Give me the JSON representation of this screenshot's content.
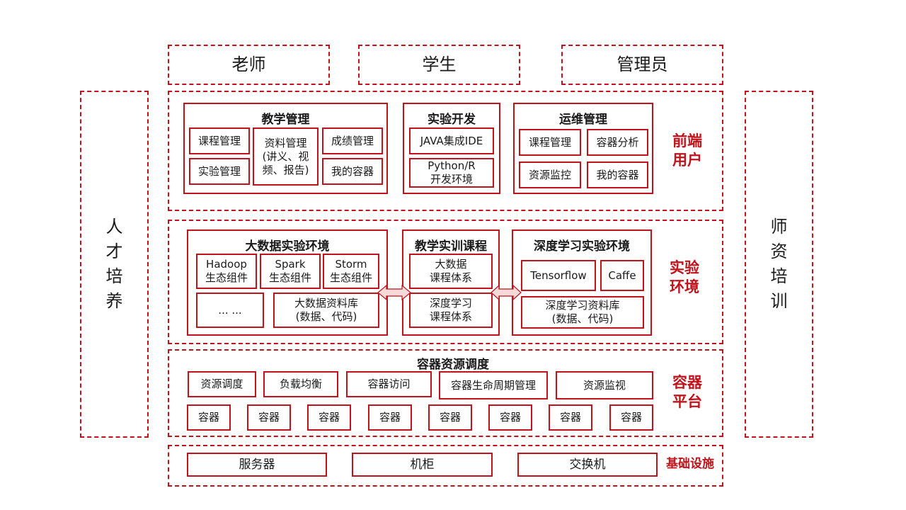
{
  "roles": [
    "老师",
    "学生",
    "管理员"
  ],
  "side": {
    "left": [
      "人",
      "才",
      "培",
      "养"
    ],
    "right": [
      "师",
      "资",
      "培",
      "训"
    ]
  },
  "frontend": {
    "label": "前端\n用户",
    "teaching": {
      "title": "教学管理",
      "items": [
        "课程管理",
        "资料管理\n(讲义、视\n频、报告)",
        "成绩管理",
        "实验管理",
        "我的容器"
      ]
    },
    "lab_dev": {
      "title": "实验开发",
      "items": [
        "JAVA集成IDE",
        "Python/R\n开发环境"
      ]
    },
    "ops": {
      "title": "运维管理",
      "items": [
        "课程管理",
        "容器分析",
        "资源监控",
        "我的容器"
      ]
    }
  },
  "lab": {
    "label": "实验\n环境",
    "bigdata": {
      "title": "大数据实验环境",
      "items": [
        "Hadoop\n生态组件",
        "Spark\n生态组件",
        "Storm\n生态组件",
        "... ...",
        "大数据资料库\n(数据、代码)"
      ]
    },
    "course": {
      "title": "教学实训课程",
      "items": [
        "大数据\n课程体系",
        "深度学习\n课程体系"
      ]
    },
    "dl": {
      "title": "深度学习实验环境",
      "items": [
        "Tensorflow",
        "Caffe",
        "深度学习资料库\n(数据、代码)"
      ]
    }
  },
  "container": {
    "label": "容器\n平台",
    "title": "容器资源调度",
    "services": [
      "资源调度",
      "负载均衡",
      "容器访问",
      "容器生命周期管理",
      "资源监视"
    ],
    "containers": [
      "容器",
      "容器",
      "容器",
      "容器",
      "容器",
      "容器",
      "容器",
      "容器"
    ]
  },
  "infra": {
    "label": "基础设施",
    "items": [
      "服务器",
      "机柜",
      "交换机"
    ]
  },
  "colors": {
    "accent": "#c0131b",
    "arrow_fill": "#f6d9d9"
  }
}
